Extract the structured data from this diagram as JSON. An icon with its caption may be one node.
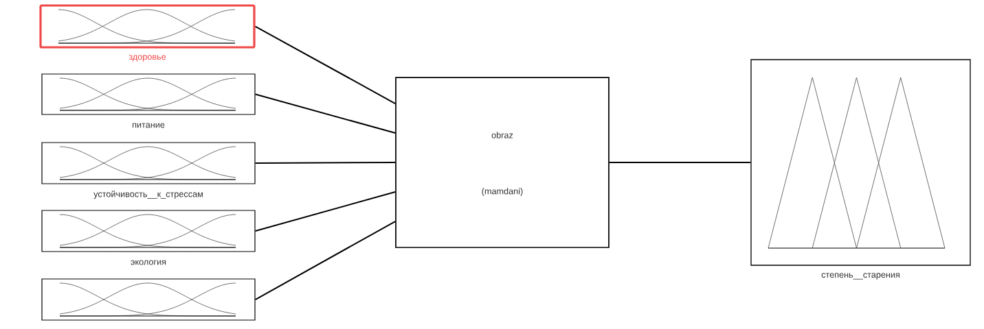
{
  "diagram": {
    "nodes": [
      {
        "text": [
          "здоровье"
        ]
      },
      {
        "text": [
          "питание"
        ]
      },
      {
        "text": [
          "устойчивость__к_стрессам"
        ]
      },
      {
        "text": [
          "экология"
        ]
      },
      {
        "text": [],
        "shape": "box"
      },
      {
        "text": [
          "obraz",
          "(mamdani)"
        ]
      },
      {
        "text": [
          "степень__старения"
        ]
      }
    ],
    "edges": [
      {
        "from": 0,
        "to": 5,
        "arrow": "none"
      },
      {
        "from": 1,
        "to": 5,
        "arrow": "none"
      },
      {
        "from": 2,
        "to": 5,
        "arrow": "none"
      },
      {
        "from": 3,
        "to": 5,
        "arrow": "none"
      },
      {
        "from": 4,
        "to": 5,
        "arrow": "none"
      },
      {
        "from": 5,
        "to": 6,
        "arrow": "none"
      }
    ]
  }
}
